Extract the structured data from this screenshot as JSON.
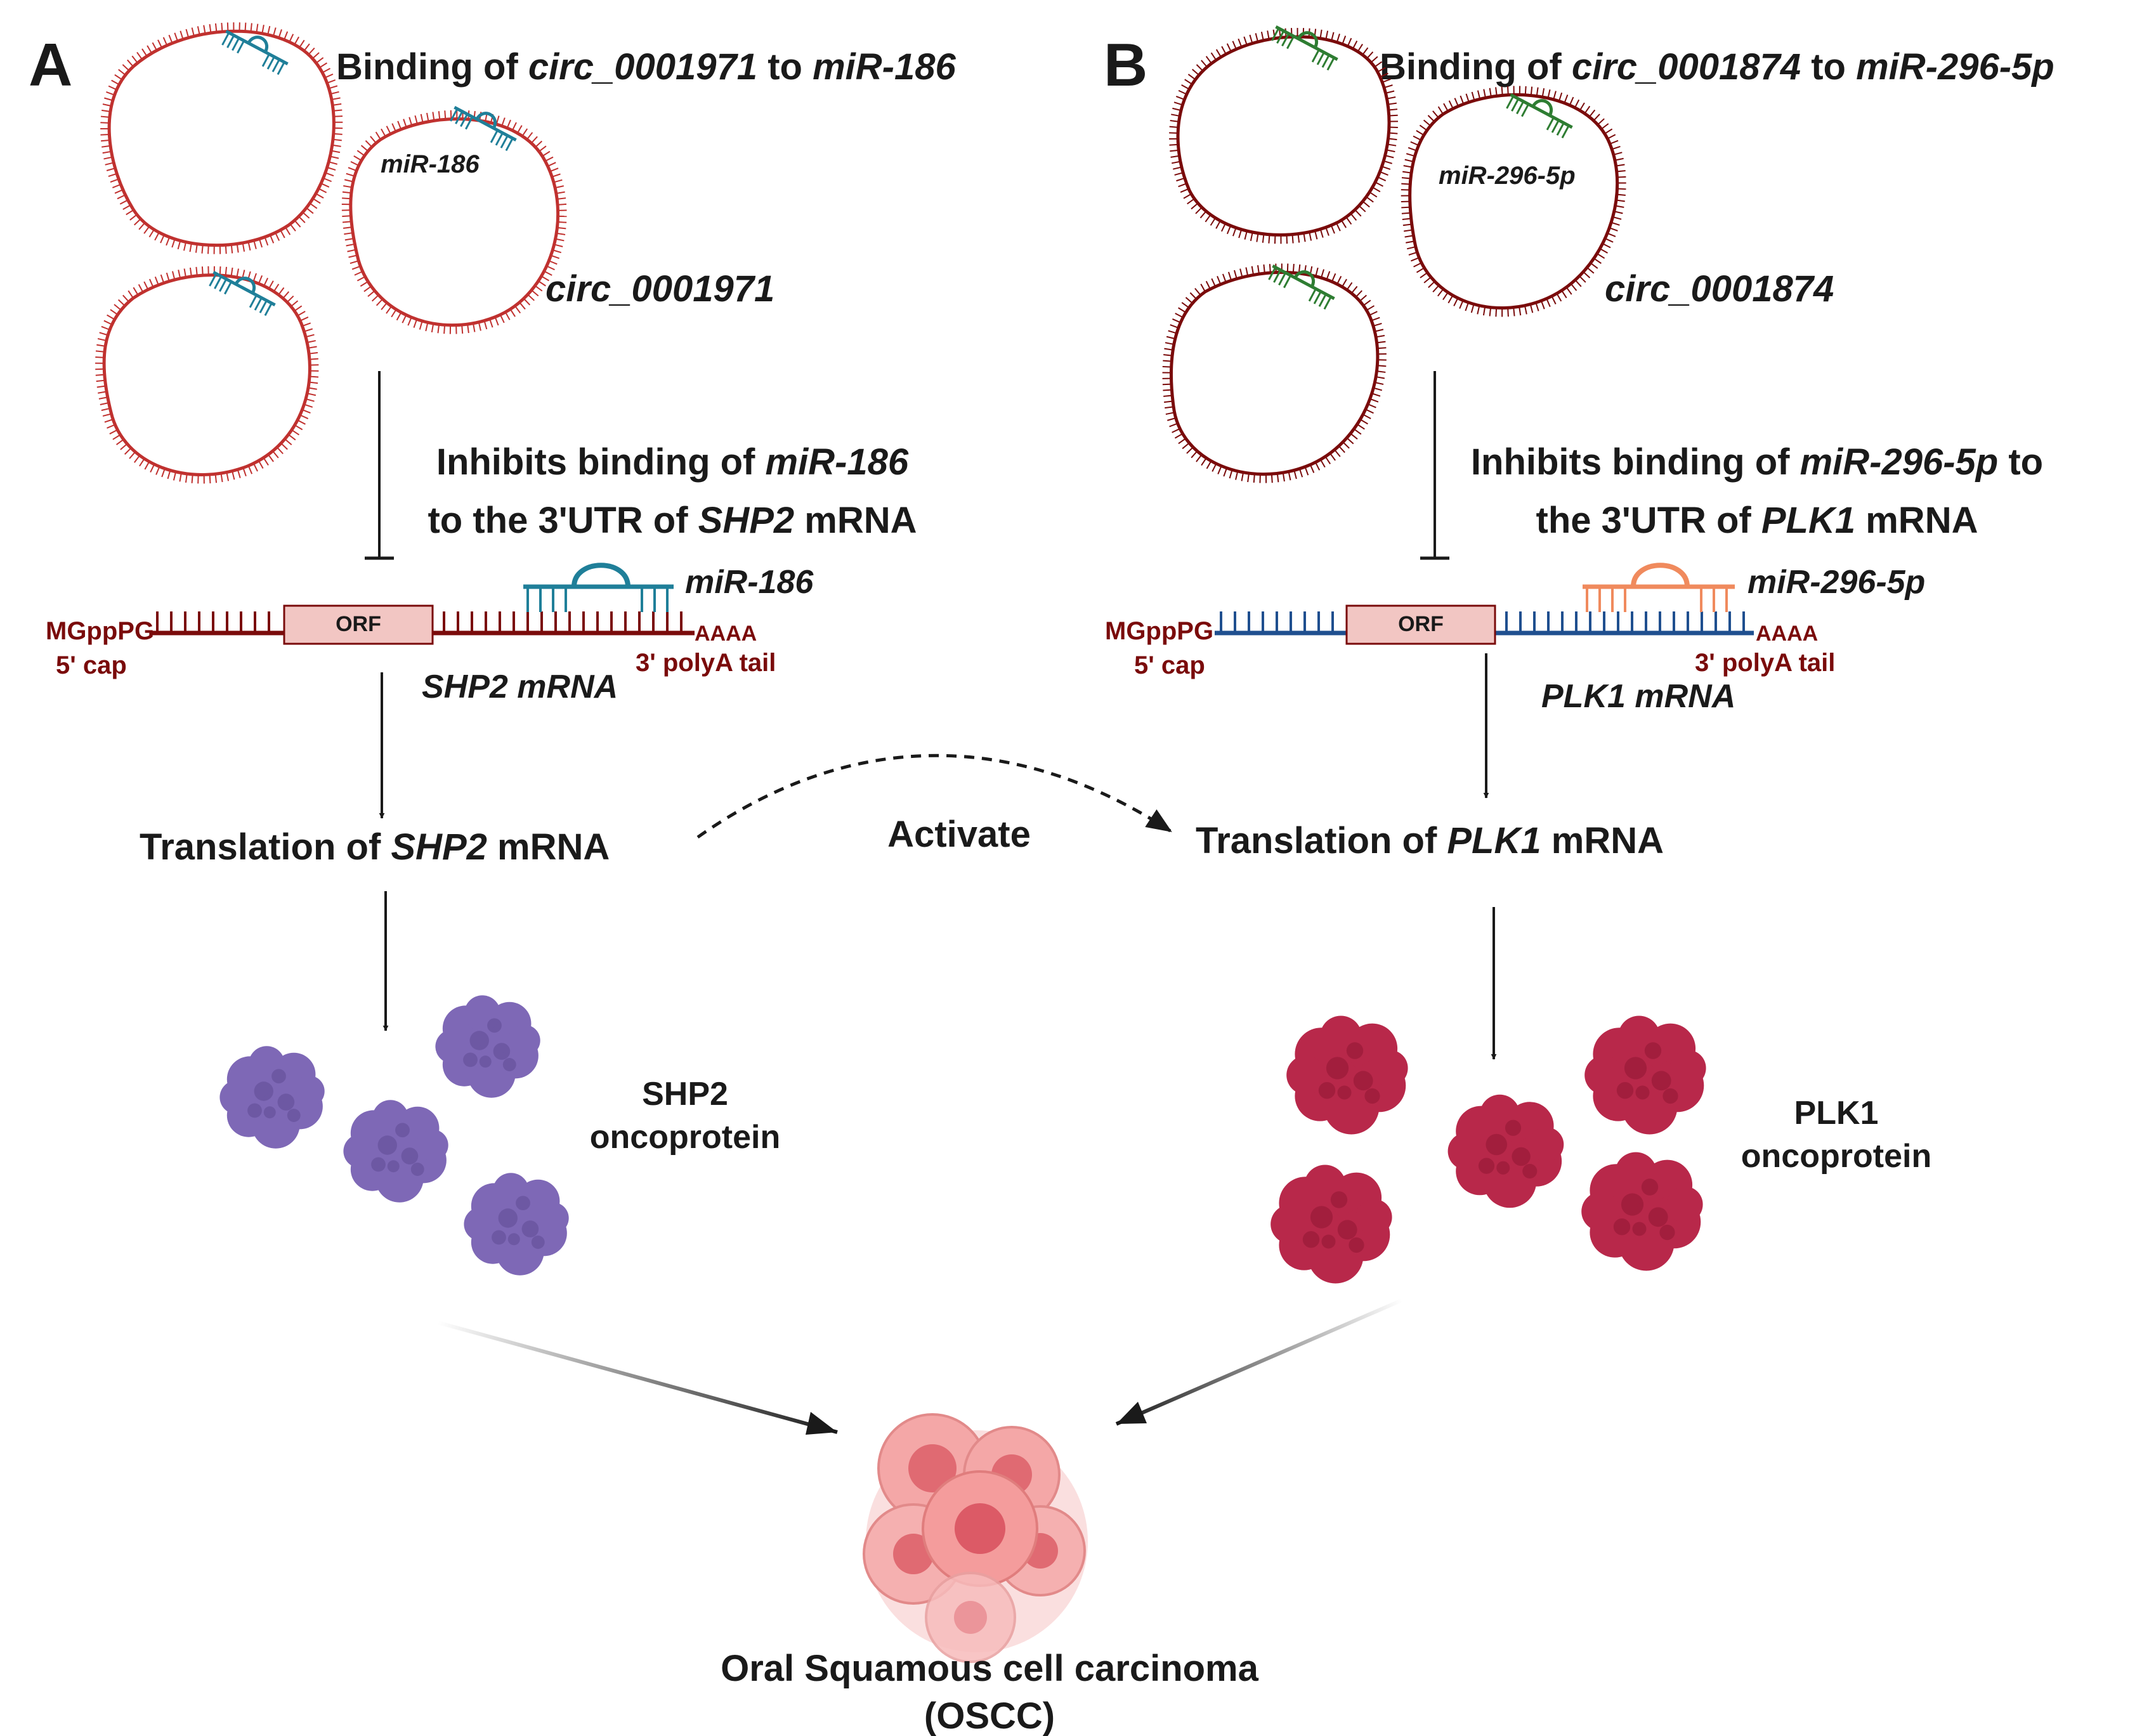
{
  "colors": {
    "circ_ring": "#c0312f",
    "mir186": "#1f7f99",
    "mir296": "#2e7d32",
    "mrna_a": "#7a0b0b",
    "mrna_b": "#1f4f8f",
    "mir296_bound": "#f08a5d",
    "orf_fill": "#f2c6c3",
    "shp2_protein": "#7e68b6",
    "plk1_protein": "#b8284a",
    "oscc": "#f08f8f"
  },
  "panel_a": {
    "letter": "A",
    "binding_title": {
      "pre": "Binding of ",
      "circ": "circ_0001971",
      "mid": " to ",
      "mir": "miR-186"
    },
    "circ_label": "circ_0001971",
    "mir_on_circle": "miR-186",
    "inhibits_line1": {
      "pre": "Inhibits binding of ",
      "mir": "miR-186"
    },
    "inhibits_line2": {
      "pre": "to the 3'UTR of ",
      "gene": "SHP2",
      "post": " mRNA"
    },
    "mir_label": "miR-186",
    "cap": "MGppPG",
    "cap_sub": "5' cap",
    "orf": "ORF",
    "polya": "AAAA",
    "polya_sub": "3' polyA tail",
    "mrna_name": "SHP2 mRNA",
    "translation": {
      "pre": "Translation of ",
      "gene": "SHP2",
      "post": " mRNA"
    },
    "protein_line1": "SHP2",
    "protein_line2": "oncoprotein"
  },
  "panel_b": {
    "letter": "B",
    "binding_title": {
      "pre": "Binding of ",
      "circ": "circ_0001874",
      "mid": " to ",
      "mir": "miR-296-5p"
    },
    "circ_label": "circ_0001874",
    "mir_on_circle": "miR-296-5p",
    "inhibits_line1": {
      "pre": "Inhibits binding of ",
      "mir": "miR-296-5p",
      "post": "  to"
    },
    "inhibits_line2": {
      "pre": "the 3'UTR of ",
      "gene": "PLK1",
      "post": "  mRNA"
    },
    "mir_label": "miR-296-5p",
    "cap": "MGppPG",
    "cap_sub": "5' cap",
    "orf": "ORF",
    "polya": "AAAA",
    "polya_sub": "3' polyA tail",
    "mrna_name": "PLK1 mRNA",
    "translation": {
      "pre": "Translation of ",
      "gene": "PLK1",
      "post": " mRNA"
    },
    "protein_line1": "PLK1",
    "protein_line2": "oncoprotein"
  },
  "activate": "Activate",
  "outcome_line1": "Oral Squamous cell carcinoma",
  "outcome_line2": "(OSCC)"
}
